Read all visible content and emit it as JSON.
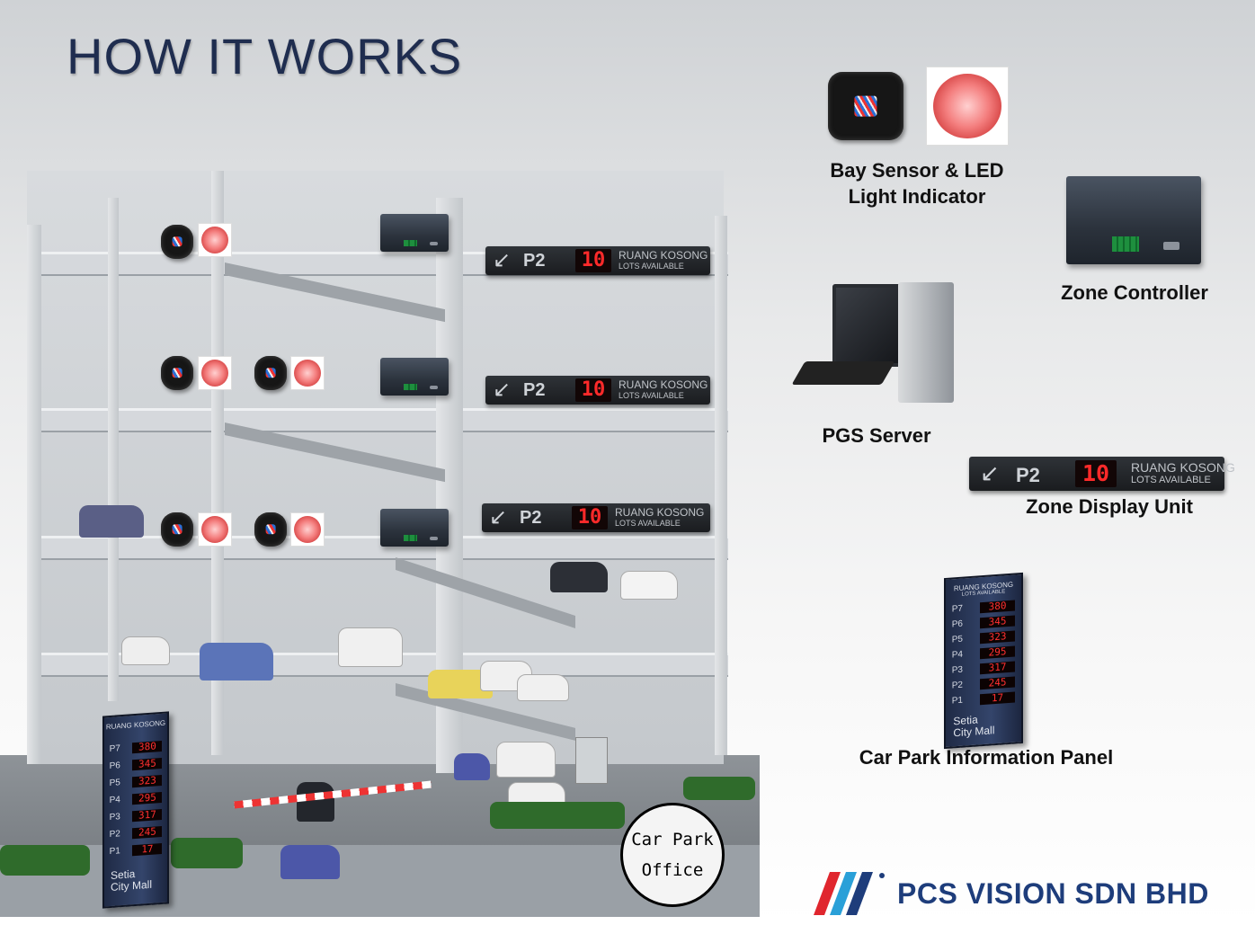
{
  "title": "HOW IT WORKS",
  "legend": {
    "bay_sensor_label": "Bay Sensor & LED\nLight Indicator",
    "zone_controller_label": "Zone Controller",
    "pgs_server_label": "PGS Server",
    "zone_display_label": "Zone Display Unit",
    "info_panel_label": "Car Park Information Panel"
  },
  "zone_display": {
    "level": "P2",
    "count": "10",
    "line1": "RUANG KOSONG",
    "line2": "LOTS AVAILABLE"
  },
  "info_panel": {
    "header1": "RUANG KOSONG",
    "header2": "LOTS AVAILABLE",
    "rows": [
      {
        "level": "P7",
        "value": "380"
      },
      {
        "level": "P6",
        "value": "345"
      },
      {
        "level": "P5",
        "value": "323"
      },
      {
        "level": "P4",
        "value": "295"
      },
      {
        "level": "P3",
        "value": "317"
      },
      {
        "level": "P2",
        "value": "245"
      },
      {
        "level": "P1",
        "value": "17"
      }
    ],
    "brand_line1": "Setia",
    "brand_line2": "City Mall"
  },
  "office": {
    "line1": "Car Park",
    "line2": "Office"
  },
  "company": {
    "name": "PCS VISION SDN BHD"
  },
  "colors": {
    "title": "#1f2d4f",
    "brand": "#1e3d7b",
    "led_red": "#ff2a2a"
  }
}
